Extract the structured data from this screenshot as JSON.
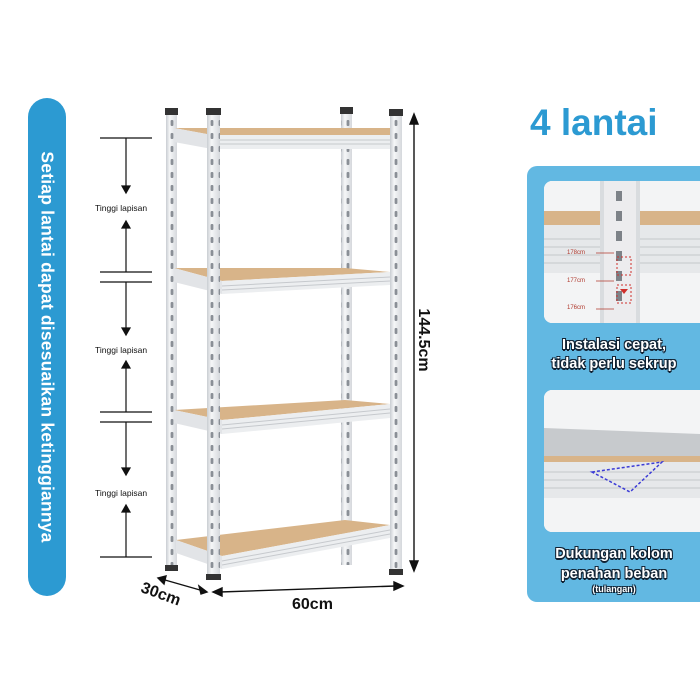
{
  "left_banner": {
    "text": "Setiap lantai dapat disesuaikan ketinggiannya"
  },
  "title": "4 lantai",
  "shelf_labels": {
    "tier_height": "Tinggi lapisan"
  },
  "dimensions": {
    "height": "144.5cm",
    "width": "60cm",
    "depth": "30cm"
  },
  "feature_1": {
    "caption_line1": "Instalasi cepat,",
    "caption_line2": "tidak perlu sekrup",
    "measure_1": "178cm",
    "measure_2": "177cm",
    "measure_3": "176cm"
  },
  "feature_2": {
    "caption_line1": "Dukungan kolom",
    "caption_line2": "penahan beban",
    "caption_sub": "(tulangan)"
  },
  "colors": {
    "accent": "#2c9ad2",
    "panel": "#62b8e2",
    "board": "#d8b489",
    "metal": "#e7e9ec"
  }
}
